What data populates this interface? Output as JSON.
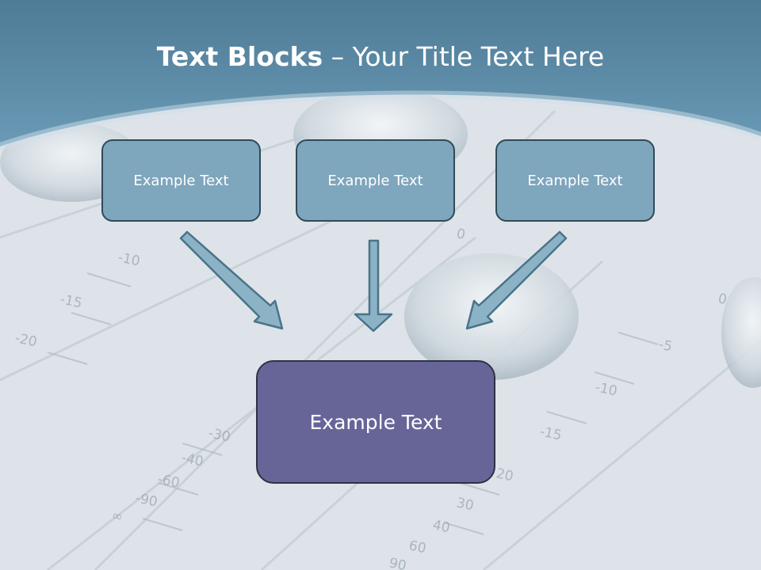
{
  "slide": {
    "title_strong": "Text Blocks",
    "title_dash": "–",
    "title_rest": "Your Title Text Here",
    "top_boxes": [
      "Example Text",
      "Example Text",
      "Example Text"
    ],
    "bottom_box": "Example Text",
    "fader_scale_labels": [
      "-10",
      "-15",
      "-20",
      "0",
      "-30",
      "-40",
      "-60",
      "-90",
      "∞",
      "-5",
      "-10",
      "-15",
      "20",
      "30",
      "40",
      "60",
      "90",
      "0"
    ]
  },
  "colors": {
    "header_blue": "#5b8aa6",
    "top_box_fill": "#7ea6bd",
    "top_box_border": "#2f4a5a",
    "bottom_box_fill": "#676598",
    "bottom_box_border": "#2c3344",
    "arrow_fill": "#8cb2c6",
    "arrow_stroke": "#4a7389"
  }
}
